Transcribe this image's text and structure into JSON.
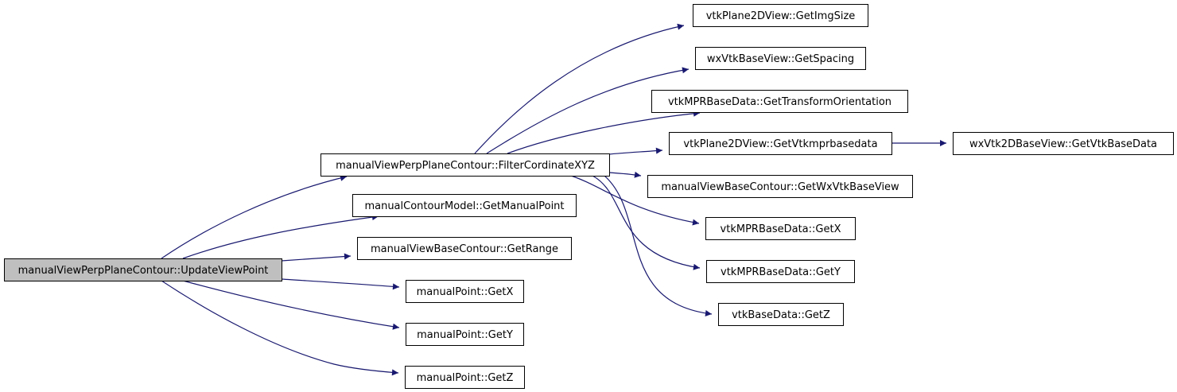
{
  "colors": {
    "edge": "#191970",
    "node_fill": "#ffffff",
    "root_fill": "#bfbfbf",
    "node_border": "#000000"
  },
  "nodes": [
    {
      "id": "n0",
      "label": "manualViewPerpPlaneContour::UpdateViewPoint",
      "root": true
    },
    {
      "id": "n1",
      "label": "manualViewPerpPlaneContour::FilterCordinateXYZ"
    },
    {
      "id": "n2",
      "label": "manualContourModel::GetManualPoint"
    },
    {
      "id": "n3",
      "label": "manualViewBaseContour::GetRange"
    },
    {
      "id": "n4",
      "label": "manualPoint::GetX"
    },
    {
      "id": "n5",
      "label": "manualPoint::GetY"
    },
    {
      "id": "n6",
      "label": "manualPoint::GetZ"
    },
    {
      "id": "n7",
      "label": "vtkPlane2DView::GetImgSize"
    },
    {
      "id": "n8",
      "label": "wxVtkBaseView::GetSpacing"
    },
    {
      "id": "n9",
      "label": "vtkMPRBaseData::GetTransformOrientation"
    },
    {
      "id": "n10",
      "label": "vtkPlane2DView::GetVtkmprbasedata"
    },
    {
      "id": "n11",
      "label": "manualViewBaseContour::GetWxVtkBaseView"
    },
    {
      "id": "n12",
      "label": "vtkMPRBaseData::GetX"
    },
    {
      "id": "n13",
      "label": "vtkMPRBaseData::GetY"
    },
    {
      "id": "n14",
      "label": "vtkBaseData::GetZ"
    },
    {
      "id": "n15",
      "label": "wxVtk2DBaseView::GetVtkBaseData"
    }
  ],
  "edges": [
    {
      "from": "n0",
      "to": "n1"
    },
    {
      "from": "n0",
      "to": "n2"
    },
    {
      "from": "n0",
      "to": "n3"
    },
    {
      "from": "n0",
      "to": "n4"
    },
    {
      "from": "n0",
      "to": "n5"
    },
    {
      "from": "n0",
      "to": "n6"
    },
    {
      "from": "n1",
      "to": "n7"
    },
    {
      "from": "n1",
      "to": "n8"
    },
    {
      "from": "n1",
      "to": "n9"
    },
    {
      "from": "n1",
      "to": "n10"
    },
    {
      "from": "n1",
      "to": "n11"
    },
    {
      "from": "n1",
      "to": "n12"
    },
    {
      "from": "n1",
      "to": "n13"
    },
    {
      "from": "n1",
      "to": "n14"
    },
    {
      "from": "n10",
      "to": "n15"
    }
  ]
}
